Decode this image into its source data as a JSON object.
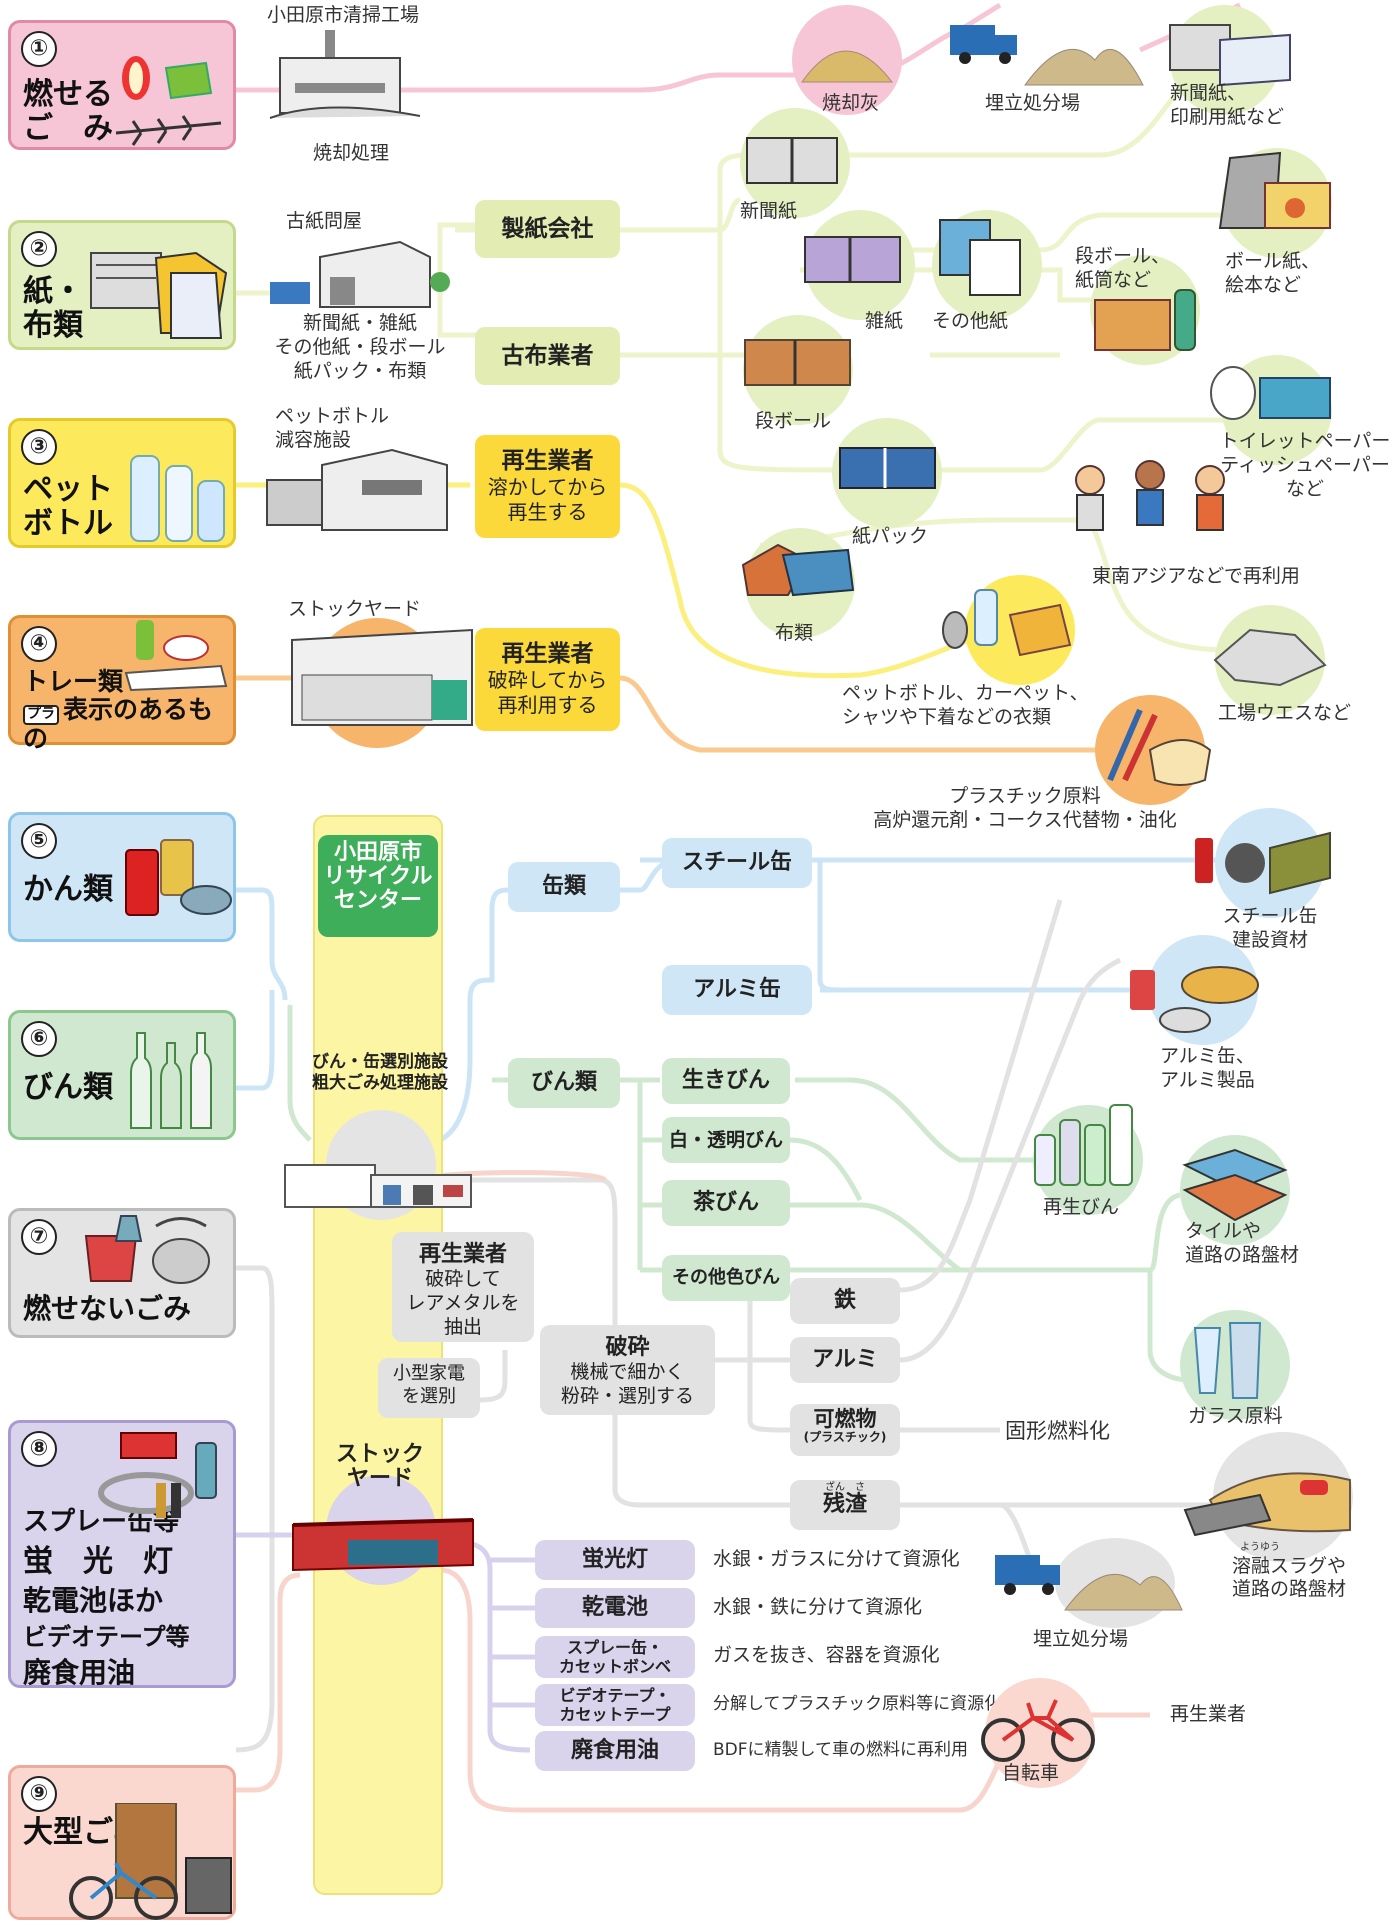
{
  "categories": [
    {
      "num": "①",
      "l1": "燃せる",
      "l2": "ご　み"
    },
    {
      "num": "②",
      "l1": "紙・",
      "l2": "布類"
    },
    {
      "num": "③",
      "l1": "ペット",
      "l2": "ボトル"
    },
    {
      "num": "④",
      "l1": "トレー類・",
      "l2": "表示のあるもの",
      "mark": "プラ"
    },
    {
      "num": "⑤",
      "l1": "かん類"
    },
    {
      "num": "⑥",
      "l1": "びん類"
    },
    {
      "num": "⑦",
      "l1": "燃せないごみ"
    },
    {
      "num": "⑧",
      "lines": [
        "スプレー缶等",
        "蛍　光　灯",
        "乾電池ほか",
        "ビデオテープ等",
        "廃食用油"
      ]
    },
    {
      "num": "⑨",
      "l1": "大型ごみ"
    }
  ],
  "facilities": {
    "seisou": "小田原市清掃工場",
    "shokyaku": "焼却処理",
    "koshi": "古紙問屋",
    "koshi_items": [
      "新聞紙・雑紙",
      "その他紙・段ボール",
      "紙パック・布類"
    ],
    "pet": [
      "ペットボトル",
      "減容施設"
    ],
    "stock_yard": "ストックヤード"
  },
  "flow_tags": {
    "seishi": "製紙会社",
    "kofu": "古布業者",
    "saisei1": {
      "title": "再生業者",
      "sub": [
        "溶かしてから",
        "再生する"
      ]
    },
    "saisei2": {
      "title": "再生業者",
      "sub": [
        "破砕してから",
        "再利用する"
      ]
    },
    "recycle_center": [
      "小田原市",
      "リサイクル",
      "センター"
    ],
    "bin_kan_facility": [
      "びん・缶選別施設",
      "粗大ごみ処理施設"
    ],
    "kanrui": "缶類",
    "steel": "スチール缶",
    "alumi": "アルミ缶",
    "binrui": "びん類",
    "ikibin": "生きびん",
    "shiro": "白・透明びん",
    "cha": "茶びん",
    "sonota": "その他色びん",
    "saisei3": {
      "title": "再生業者",
      "sub": [
        "破砕して",
        "レアメタルを",
        "抽出"
      ]
    },
    "kogata": [
      "小型家電",
      "を選別"
    ],
    "hasai": {
      "title": "破砕",
      "sub": [
        "機械で細かく",
        "粉砕・選別する"
      ]
    },
    "tetsu": "鉄",
    "arumi": "アルミ",
    "kanen": "可燃物",
    "kanen_sub": "(プラスチック)",
    "zansa": "残渣",
    "zansa_ruby": "ざん　さ",
    "stock2": [
      "ストック",
      "ヤード"
    ],
    "keikou": "蛍光灯",
    "kandenchi": "乾電池",
    "spray": [
      "スプレー缶・",
      "カセットボンベ"
    ],
    "video": [
      "ビデオテープ・",
      "カセットテープ"
    ],
    "haishoku": "廃食用油"
  },
  "outputs": {
    "shokyakubai": "焼却灰",
    "umetate1": "埋立処分場",
    "shinbun_insatsu": [
      "新聞紙、",
      "印刷用紙など"
    ],
    "shinbunshi": "新聞紙",
    "zasshi": "雑紙",
    "sonotashi": "その他紙",
    "dan_tsutsu": [
      "段ボール、",
      "紙筒など"
    ],
    "ballshi": [
      "ボール紙、",
      "絵本など"
    ],
    "danball": "段ボール",
    "kamipack": "紙パック",
    "toilet": [
      "トイレットペーパー",
      "ティッシュペーパー",
      "など"
    ],
    "sea": "東南アジアなどで再利用",
    "nuno": "布類",
    "pet_carpet": [
      "ペットボトル、カーペット、",
      "シャツや下着などの衣類"
    ],
    "waste": "工場ウエスなど",
    "plastic": [
      "プラスチック原料",
      "高炉還元剤・コークス代替物・油化"
    ],
    "steel_out": [
      "スチール缶",
      "建設資材"
    ],
    "alumi_out": [
      "アルミ缶、",
      "アルミ製品"
    ],
    "saiseibin": "再生びん",
    "tile": [
      "タイルや",
      "道路の路盤材"
    ],
    "glass": "ガラス原料",
    "kokei": "固形燃料化",
    "yoyu_ruby": "ようゆう",
    "yoyu": [
      "溶融スラグや",
      "道路の路盤材"
    ],
    "umetate2": "埋立処分場",
    "suigin_glass": "水銀・ガラスに分けて資源化",
    "suigin_tetsu": "水銀・鉄に分けて資源化",
    "gas": "ガスを抜き、容器を資源化",
    "bunkai": "分解してプラスチック原料等に資源化",
    "bdf": "BDFに精製して車の燃料に再利用",
    "jitensha": "自転車",
    "saisei_gyosha": "再生業者"
  },
  "colors": {
    "pink": "#f6c6d6",
    "green": "#e4efc2",
    "yellow": "#fcea5c",
    "orange": "#f7b56c",
    "blue": "#cfe6f6",
    "lgreen": "#cfe8cf",
    "gray": "#e4e4e4",
    "lav": "#d9d3ec",
    "peach": "#fbd8cf"
  }
}
